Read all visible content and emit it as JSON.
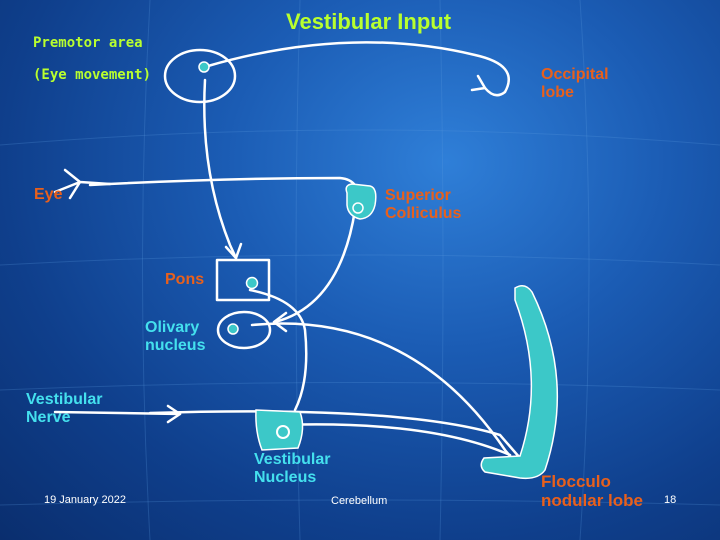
{
  "slide": {
    "title": "Vestibular Input",
    "labels": {
      "premotor_area": "Premotor area",
      "eye_movement": "(Eye movement)",
      "occipital_lobe": [
        "Occipital",
        "lobe"
      ],
      "eye": "Eye",
      "superior_colliculus": [
        "Superior",
        "Colliculus"
      ],
      "pons": "Pons",
      "olivary_nucleus": [
        "Olivary",
        "nucleus"
      ],
      "vestibular_nerve": [
        "Vestibular",
        "Nerve"
      ],
      "vestibular_nucleus": [
        "Vestibular",
        "Nucleus"
      ],
      "cerebellum": "Cerebellum",
      "flocculo_nodular_lobe": [
        "Flocculo",
        "nodular lobe"
      ]
    },
    "footer": {
      "date": "19 January 2022",
      "page_number": "18"
    },
    "colors": {
      "title": "#b9ff2e",
      "structure_label": "#e8601c",
      "pathway_label": "#44e0ee",
      "pathway_line": "#ffffff",
      "nucleus_fill": "#3cc8c8"
    }
  }
}
